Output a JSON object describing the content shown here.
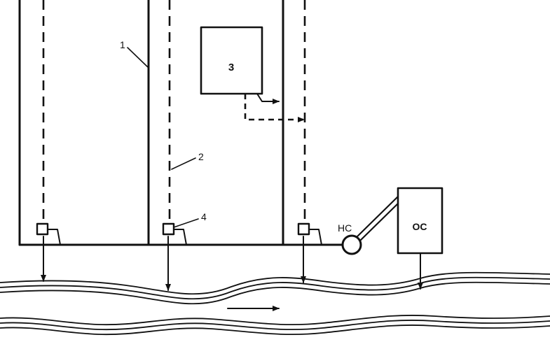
{
  "labels": {
    "pipe_1": "1",
    "pipe_2": "2",
    "box_3": "3",
    "outlet_4": "4",
    "pump_station": "НС",
    "treatment_plant": "ОС"
  },
  "colors": {
    "ink": "#111111",
    "background": "#ffffff"
  }
}
